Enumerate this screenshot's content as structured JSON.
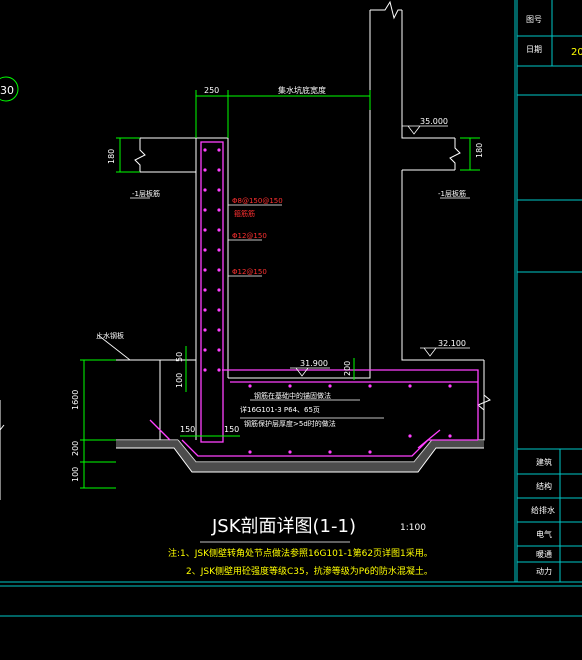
{
  "drawing": {
    "title": "JSK剖面详图(1-1)",
    "scale": "1:100",
    "notes": [
      "注:1、JSK侧壁转角处节点做法参照16G101-1第62页详图1采用。",
      "2、JSK侧壁用砼强度等级C35，抗渗等级为P6的防水混凝土。"
    ],
    "callout": "30",
    "dimensions": {
      "top_width": "250",
      "pit_width": "集水坑底宽度",
      "slab_left": "180",
      "slab_right": "180",
      "depth": "1600",
      "base": "200",
      "bottom": "100",
      "step": "200",
      "side_50": "50",
      "side_100": "100",
      "toe_150a": "150",
      "toe_150b": "150"
    },
    "elevations": {
      "top_slab": "35.000",
      "pit_bottom": "31.900",
      "base_right": "32.100"
    },
    "labels": {
      "slab_left": "-1层板筋",
      "slab_right": "-1层板筋",
      "rebar_1": "Φ8@150@150",
      "rebar_1b": "箍筋筋",
      "rebar_2": "Φ12@150",
      "rebar_3": "Φ12@150",
      "waterstop": "止水钢板",
      "anchor_1": "钢筋在基础中的锚固做法",
      "anchor_2": "详16G101-3 P64、65页",
      "anchor_3": "钢筋保护层厚度>5d时的做法"
    }
  },
  "title_block": {
    "row_1": "图号",
    "row_1_value": "",
    "row_2": "日期",
    "row_2_value": "20",
    "disciplines": [
      "建筑",
      "结构",
      "给排水",
      "电气",
      "暖通",
      "动力"
    ]
  }
}
